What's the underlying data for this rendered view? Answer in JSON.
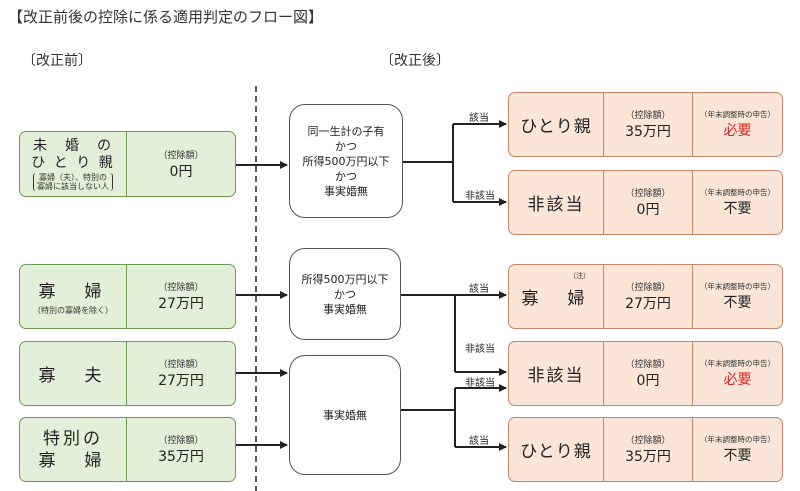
{
  "title": "【改正前後の控除に係る適用判定のフロー図】",
  "before_label": "〔改正前〕",
  "after_label": "〔改正後〕",
  "deduction_label": "（控除額）",
  "filing_label": "（年末調整時の申告）",
  "before": [
    {
      "name_lines": [
        "未　婚　の",
        "ひ と り 親"
      ],
      "note": [
        "寡婦（夫）、特別の",
        "寡婦に該当しない人"
      ],
      "amount": "0円"
    },
    {
      "name_lines": [
        "寡　婦"
      ],
      "note": [
        "（特別の寡婦を除く）"
      ],
      "amount": "27万円"
    },
    {
      "name_lines": [
        "寡　夫"
      ],
      "note": [],
      "amount": "27万円"
    },
    {
      "name_lines": [
        "特別の",
        "寡　婦"
      ],
      "note": [],
      "amount": "35万円"
    }
  ],
  "conditions": [
    {
      "lines": [
        "同一生計の子有",
        "かつ",
        "所得500万円以下",
        "かつ",
        "事実婚無"
      ]
    },
    {
      "lines": [
        "所得500万円以下",
        "かつ",
        "事実婚無"
      ]
    },
    {
      "lines": [
        "事実婚無"
      ]
    }
  ],
  "edges": {
    "yes": "該当",
    "no": "非該当"
  },
  "after": [
    {
      "name": "ひとり親",
      "sup": "",
      "amount": "35万円",
      "filing": "必要",
      "filing_red": true
    },
    {
      "name": "非該当",
      "sup": "",
      "amount": "0円",
      "filing": "不要",
      "filing_red": false
    },
    {
      "name": "寡　婦",
      "sup": "（注）",
      "amount": "27万円",
      "filing": "不要",
      "filing_red": false
    },
    {
      "name": "非該当",
      "sup": "",
      "amount": "0円",
      "filing": "必要",
      "filing_red": true
    },
    {
      "name": "ひとり親",
      "sup": "",
      "amount": "35万円",
      "filing": "不要",
      "filing_red": false
    }
  ]
}
